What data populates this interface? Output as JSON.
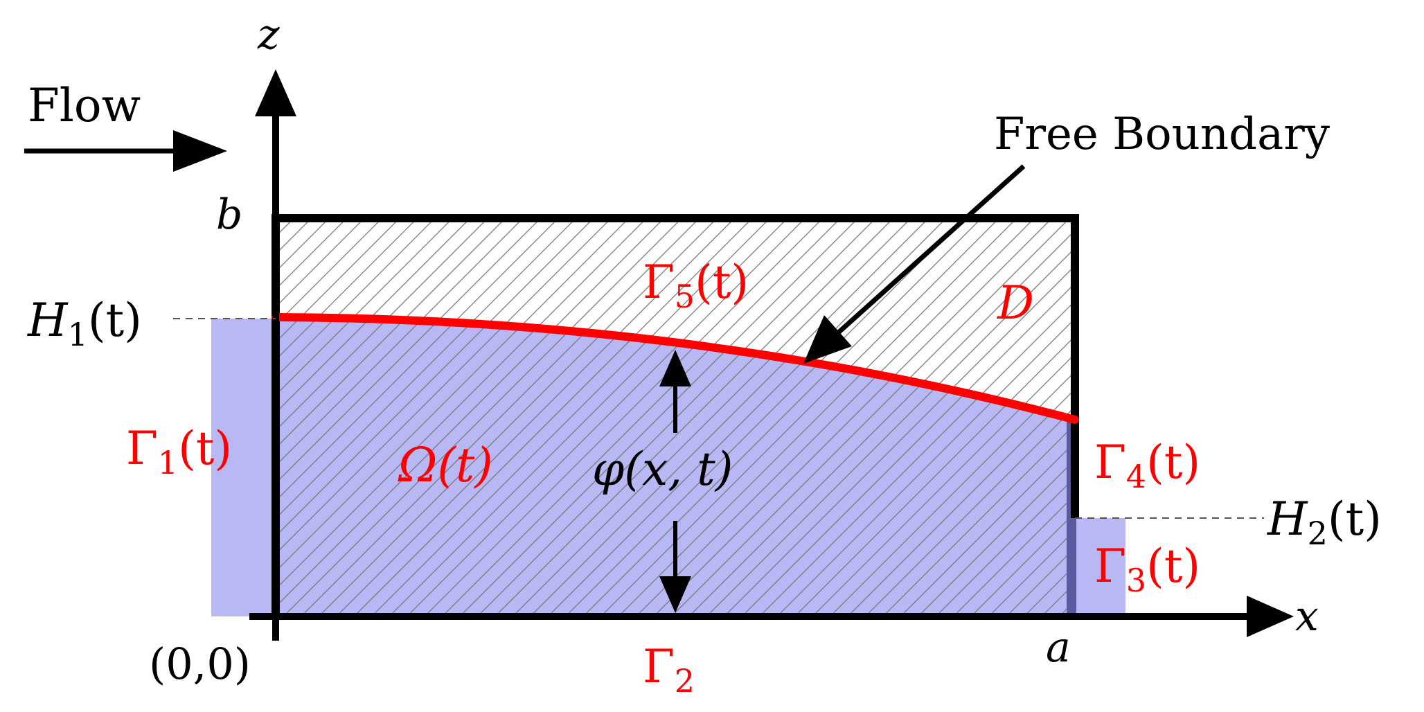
{
  "labels": {
    "flow": "Flow",
    "free_boundary": "Free Boundary",
    "z_axis": "z",
    "x_axis": "x",
    "b": "b",
    "origin": "(0,0)",
    "a": "a",
    "h1_sym": "H",
    "h1_sub": "1",
    "h1_arg": "(t)",
    "h2_sym": "H",
    "h2_sub": "2",
    "h2_arg": "(t)",
    "gamma1_sym": "Γ",
    "gamma1_sub": "1",
    "gamma1_arg": "(t)",
    "gamma2_sym": "Γ",
    "gamma2_sub": "2",
    "gamma3_sym": "Γ",
    "gamma3_sub": "3",
    "gamma3_arg": "(t)",
    "gamma4_sym": "Γ",
    "gamma4_sub": "4",
    "gamma4_arg": "(t)",
    "gamma5_sym": "Γ",
    "gamma5_sub": "5",
    "gamma5_arg": "(t)",
    "domain_d": "D",
    "omega": "Ω(t)",
    "phi": "φ(x, t)"
  },
  "colors": {
    "boundary_red": "#ff0000",
    "water_fill": "#b8b8f5",
    "outline": "#000000",
    "hatch": "#888888"
  }
}
